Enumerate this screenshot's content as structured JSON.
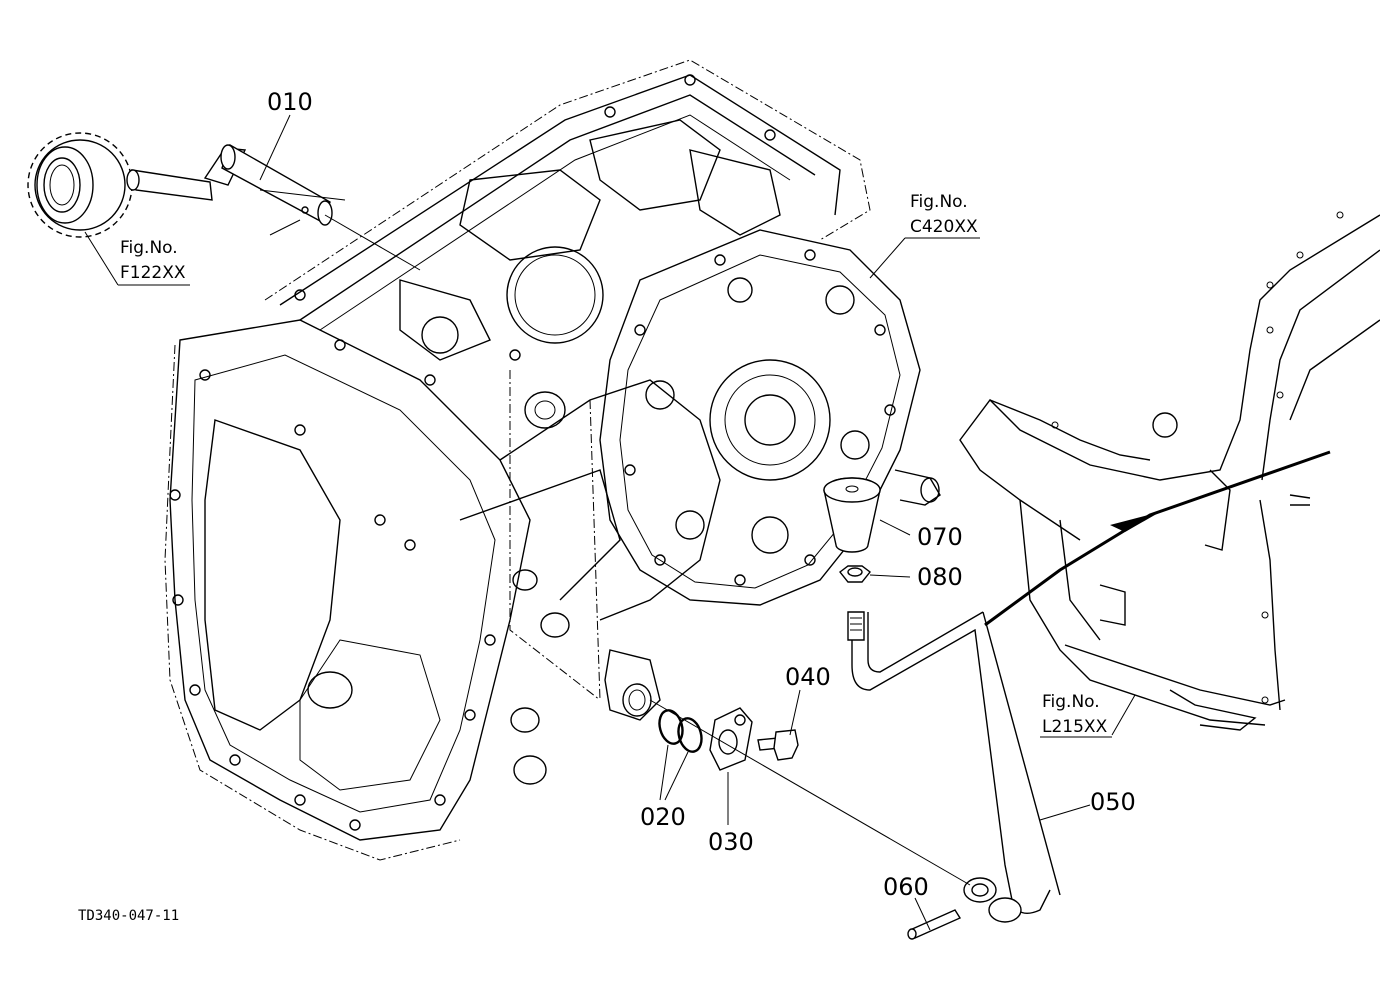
{
  "callouts": {
    "p010": "010",
    "p020": "020",
    "p030": "030",
    "p040": "040",
    "p050": "050",
    "p060": "060",
    "p070": "070",
    "p080": "080"
  },
  "fig_refs": {
    "gear": {
      "line1": "Fig.No.",
      "line2": "F122XX"
    },
    "housing": {
      "line1": "Fig.No.",
      "line2": "C420XX"
    },
    "frame": {
      "line1": "Fig.No.",
      "line2": "L215XX"
    }
  },
  "drawing_code": "TD340-047-11"
}
